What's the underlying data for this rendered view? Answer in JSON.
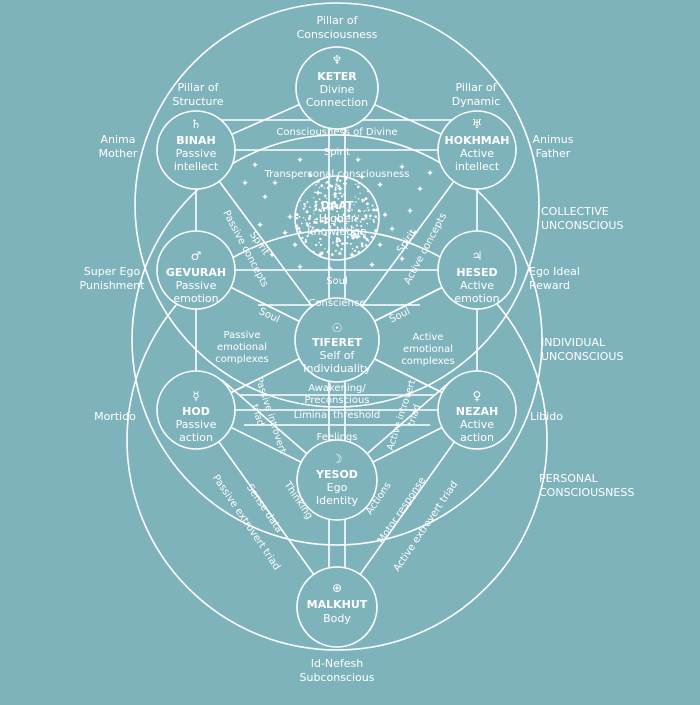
{
  "colors": {
    "background": "#7fb3bc",
    "ink": "#ffffff"
  },
  "pillars": {
    "consciousness": [
      "Pillar of",
      "Consciousness"
    ],
    "structure": [
      "Pillar of",
      "Structure"
    ],
    "dynamic": [
      "Pillar of",
      "Dynamic"
    ]
  },
  "outer_labels": {
    "anima": [
      "Anima",
      "Mother"
    ],
    "animus": [
      "Animus",
      "Father"
    ],
    "superego": [
      "Super Ego",
      "Punishment"
    ],
    "egoideal": [
      "Ego Ideal",
      "Reward"
    ],
    "mortido": "Mortido",
    "libido": "Libido",
    "idnefesh": [
      "Id-Nefesh",
      "Subconscious"
    ],
    "collective": [
      "COLLECTIVE",
      "UNCONSCIOUS"
    ],
    "individual": [
      "INDIVIDUAL",
      "UNCONSCIOUS"
    ],
    "personal": [
      "PERSONAL",
      "CONSCIOUSNESS"
    ]
  },
  "sefirot": {
    "keter": {
      "symbol": "♆",
      "name": "KETER",
      "desc": [
        "Divine",
        "Connection"
      ]
    },
    "binah": {
      "symbol": "♄",
      "name": "BINAH",
      "desc": [
        "Passive",
        "intellect"
      ]
    },
    "hokhmah": {
      "symbol": "♅",
      "name": "HOKHMAH",
      "desc": [
        "Active",
        "intellect"
      ]
    },
    "daat": {
      "symbol": "",
      "name": "DAAT",
      "desc": [
        "Higher",
        "knowledge"
      ]
    },
    "gevurah": {
      "symbol": "♂",
      "name": "GEVURAH",
      "desc": [
        "Passive",
        "emotion"
      ]
    },
    "hesed": {
      "symbol": "♃",
      "name": "HESED",
      "desc": [
        "Active",
        "emotion"
      ]
    },
    "tiferet": {
      "symbol": "☉",
      "name": "TIFERET",
      "desc": [
        "Self of",
        "Individuality"
      ]
    },
    "hod": {
      "symbol": "☿",
      "name": "HOD",
      "desc": [
        "Passive",
        "action"
      ]
    },
    "nezah": {
      "symbol": "♀",
      "name": "NEZAH",
      "desc": [
        "Active",
        "action"
      ]
    },
    "yesod": {
      "symbol": "☽",
      "name": "YESOD",
      "desc": [
        "Ego",
        "Identity"
      ]
    },
    "malkhut": {
      "symbol": "⊕",
      "name": "MALKHUT",
      "desc": [
        "Body"
      ]
    }
  },
  "paths": {
    "consciousness_of_divine": "Consciousness of Divine",
    "spirit": "Spirit",
    "transpersonal": "Transpersonal consciousness",
    "spirit_left": "Spirit",
    "spirit_right": "Spirit",
    "passive_concepts": "Passive concepts",
    "active_concepts": "Active concepts",
    "soul": "Soul",
    "conscience": "Conscience",
    "soul_left": "Soul",
    "soul_right": "Soul",
    "passive_complexes": [
      "Passive",
      "emotional",
      "complexes"
    ],
    "active_complexes": [
      "Active",
      "emotional",
      "complexes"
    ],
    "awakening": [
      "Awakening/",
      "Preconscious"
    ],
    "liminal": "Liminal threshold",
    "feelings": "Feelings",
    "passive_introvert": [
      "Passive introvert",
      "triad"
    ],
    "active_introvert": [
      "Active introvert",
      "triad"
    ],
    "thinking": "Thinking",
    "actions": "Actions",
    "sense_data": "Sense data",
    "motor_response": "Motor response",
    "passive_extrovert": "Passive extrovert triad",
    "active_extrovert": "Active extrovert triad"
  }
}
